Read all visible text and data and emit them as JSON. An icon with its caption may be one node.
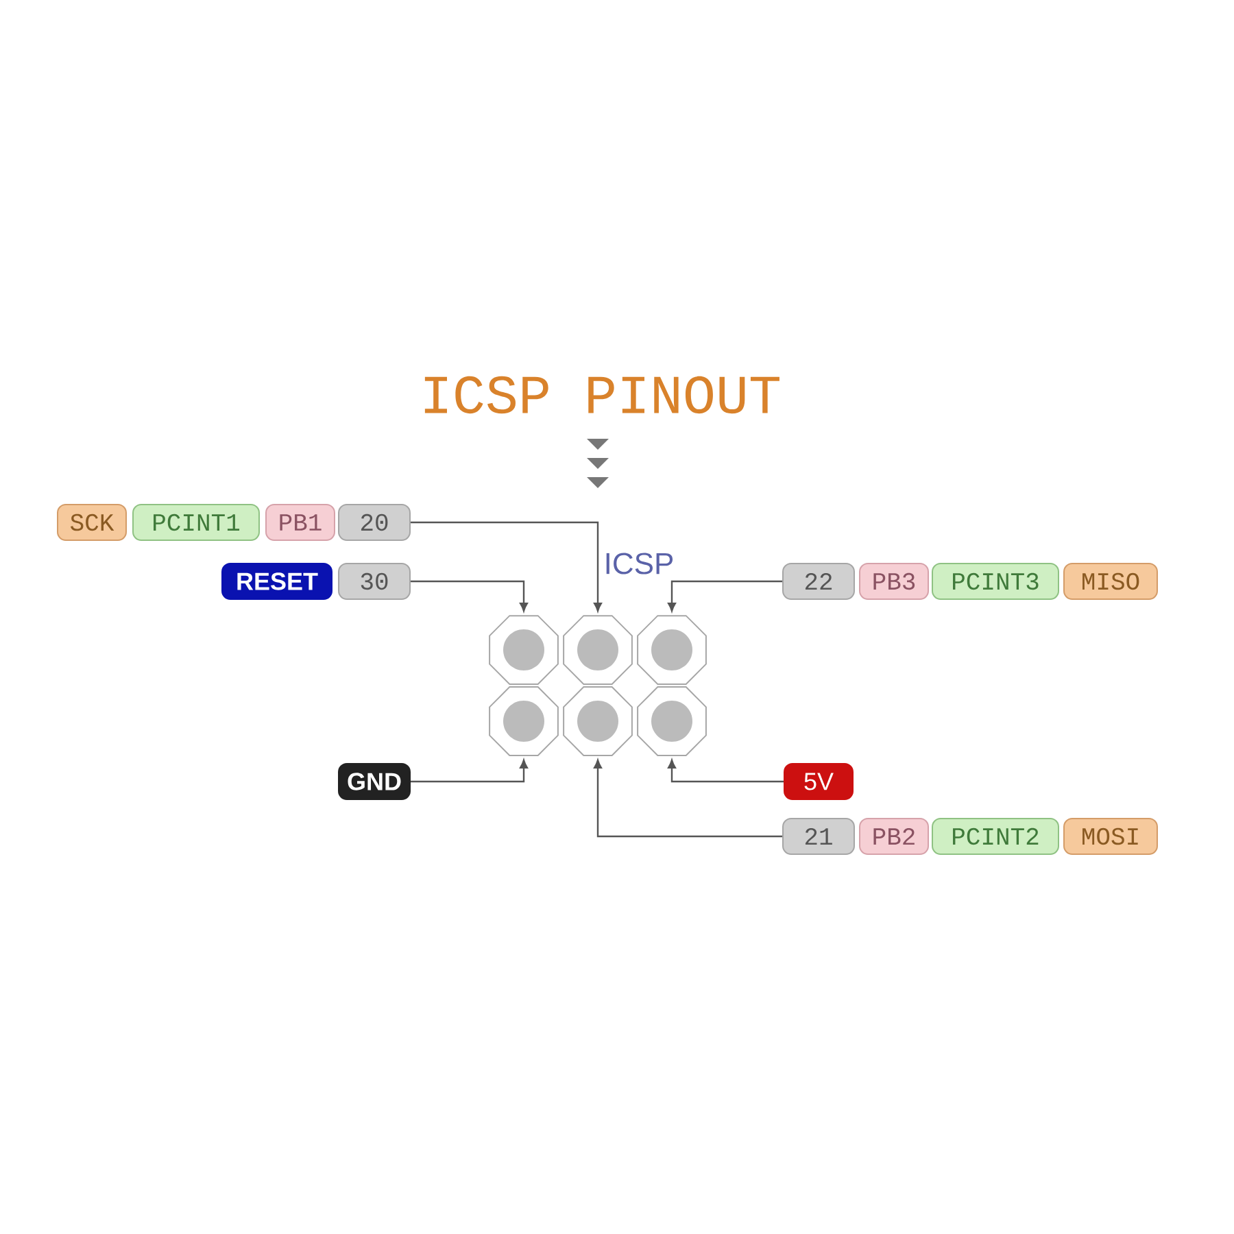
{
  "diagram": {
    "title": "ICSP PINOUT",
    "nodes": [
      {
        "text": [
          "SCK"
        ]
      },
      {
        "text": [
          "PCINT1"
        ]
      },
      {
        "text": [
          "PB1"
        ]
      },
      {
        "text": [
          "20"
        ]
      },
      {
        "text": [
          "RESET"
        ]
      },
      {
        "text": [
          "30"
        ]
      },
      {
        "text": [
          "22"
        ]
      },
      {
        "text": [
          "PB3"
        ]
      },
      {
        "text": [
          "PCINT3"
        ]
      },
      {
        "text": [
          "MISO"
        ]
      },
      {
        "text": [],
        "shape": "circle"
      },
      {
        "text": [],
        "shape": "circle"
      },
      {
        "text": [],
        "shape": "circle"
      },
      {
        "text": [],
        "shape": "circle"
      },
      {
        "text": [],
        "shape": "circle"
      },
      {
        "text": [],
        "shape": "circle"
      },
      {
        "text": [
          "GND"
        ]
      },
      {
        "text": [
          "5V"
        ]
      },
      {
        "text": [
          "21"
        ]
      },
      {
        "text": [
          "PB2"
        ]
      },
      {
        "text": [
          "PCINT2"
        ]
      },
      {
        "text": [
          "MOSI"
        ]
      }
    ],
    "edges": [
      {
        "from": 3,
        "to": 11,
        "arrow": "to"
      },
      {
        "from": 5,
        "to": 10,
        "arrow": "to"
      },
      {
        "from": 6,
        "to": 12,
        "arrow": "to"
      },
      {
        "from": 16,
        "to": 13,
        "arrow": "to"
      },
      {
        "from": 17,
        "to": 15,
        "arrow": "to"
      },
      {
        "from": 18,
        "to": 14,
        "arrow": "to"
      }
    ],
    "labels": [
      "ICSP"
    ]
  }
}
